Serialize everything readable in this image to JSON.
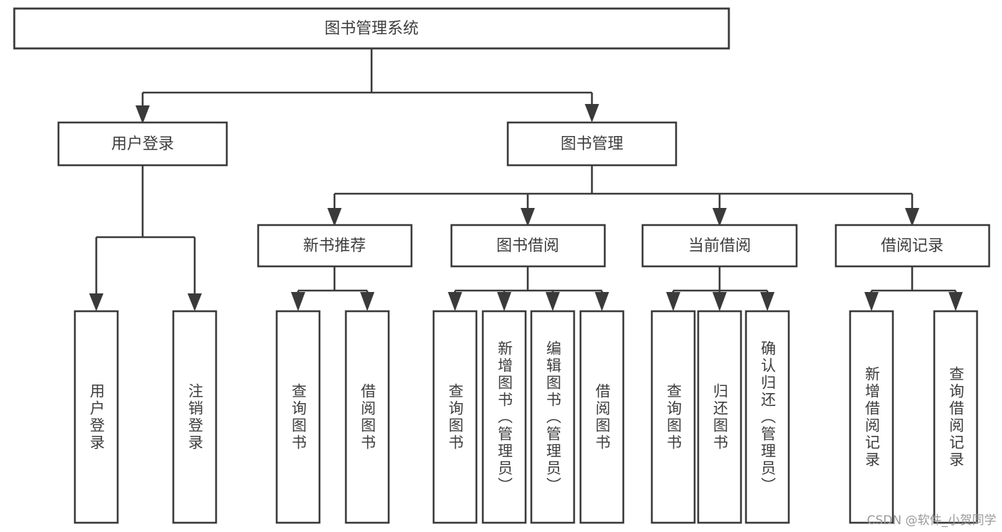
{
  "diagram": {
    "type": "hierarchy-tree",
    "title": "图书管理系统",
    "watermark": "CSDN @软件_小贺同学",
    "colors": {
      "stroke": "#3a3a3a",
      "box_fill": "#ffffff",
      "text": "#3d3d3d",
      "background": "#ffffff",
      "watermark_text": "#9a9a9a"
    },
    "root": {
      "id": "root",
      "label": "图书管理系统"
    },
    "level2": [
      {
        "id": "user-login",
        "label": "用户登录"
      },
      {
        "id": "book-manage",
        "label": "图书管理"
      }
    ],
    "level3": [
      {
        "id": "new-book-recommend",
        "label": "新书推荐",
        "parent": "book-manage"
      },
      {
        "id": "book-borrow",
        "label": "图书借阅",
        "parent": "book-manage"
      },
      {
        "id": "current-borrow",
        "label": "当前借阅",
        "parent": "book-manage"
      },
      {
        "id": "borrow-record",
        "label": "借阅记录",
        "parent": "book-manage"
      }
    ],
    "leaves": {
      "user-login": [
        {
          "id": "leaf-user-login",
          "label": "用户登录"
        },
        {
          "id": "leaf-user-logout",
          "label": "注销登录"
        }
      ],
      "new-book-recommend": [
        {
          "id": "leaf-query-book-1",
          "label": "查询图书"
        },
        {
          "id": "leaf-borrow-book-1",
          "label": "借阅图书"
        }
      ],
      "book-borrow": [
        {
          "id": "leaf-query-book-2",
          "label": "查询图书"
        },
        {
          "id": "leaf-add-book",
          "label": "新增图书（管理员）"
        },
        {
          "id": "leaf-edit-book",
          "label": "编辑图书（管理员）"
        },
        {
          "id": "leaf-borrow-book-2",
          "label": "借阅图书"
        }
      ],
      "current-borrow": [
        {
          "id": "leaf-query-book-3",
          "label": "查询图书"
        },
        {
          "id": "leaf-return-book",
          "label": "归还图书"
        },
        {
          "id": "leaf-confirm-return",
          "label": "确认归还（管理员）"
        }
      ],
      "borrow-record": [
        {
          "id": "leaf-add-record",
          "label": "新增借阅记录"
        },
        {
          "id": "leaf-query-record",
          "label": "查询借阅记录"
        }
      ]
    }
  }
}
